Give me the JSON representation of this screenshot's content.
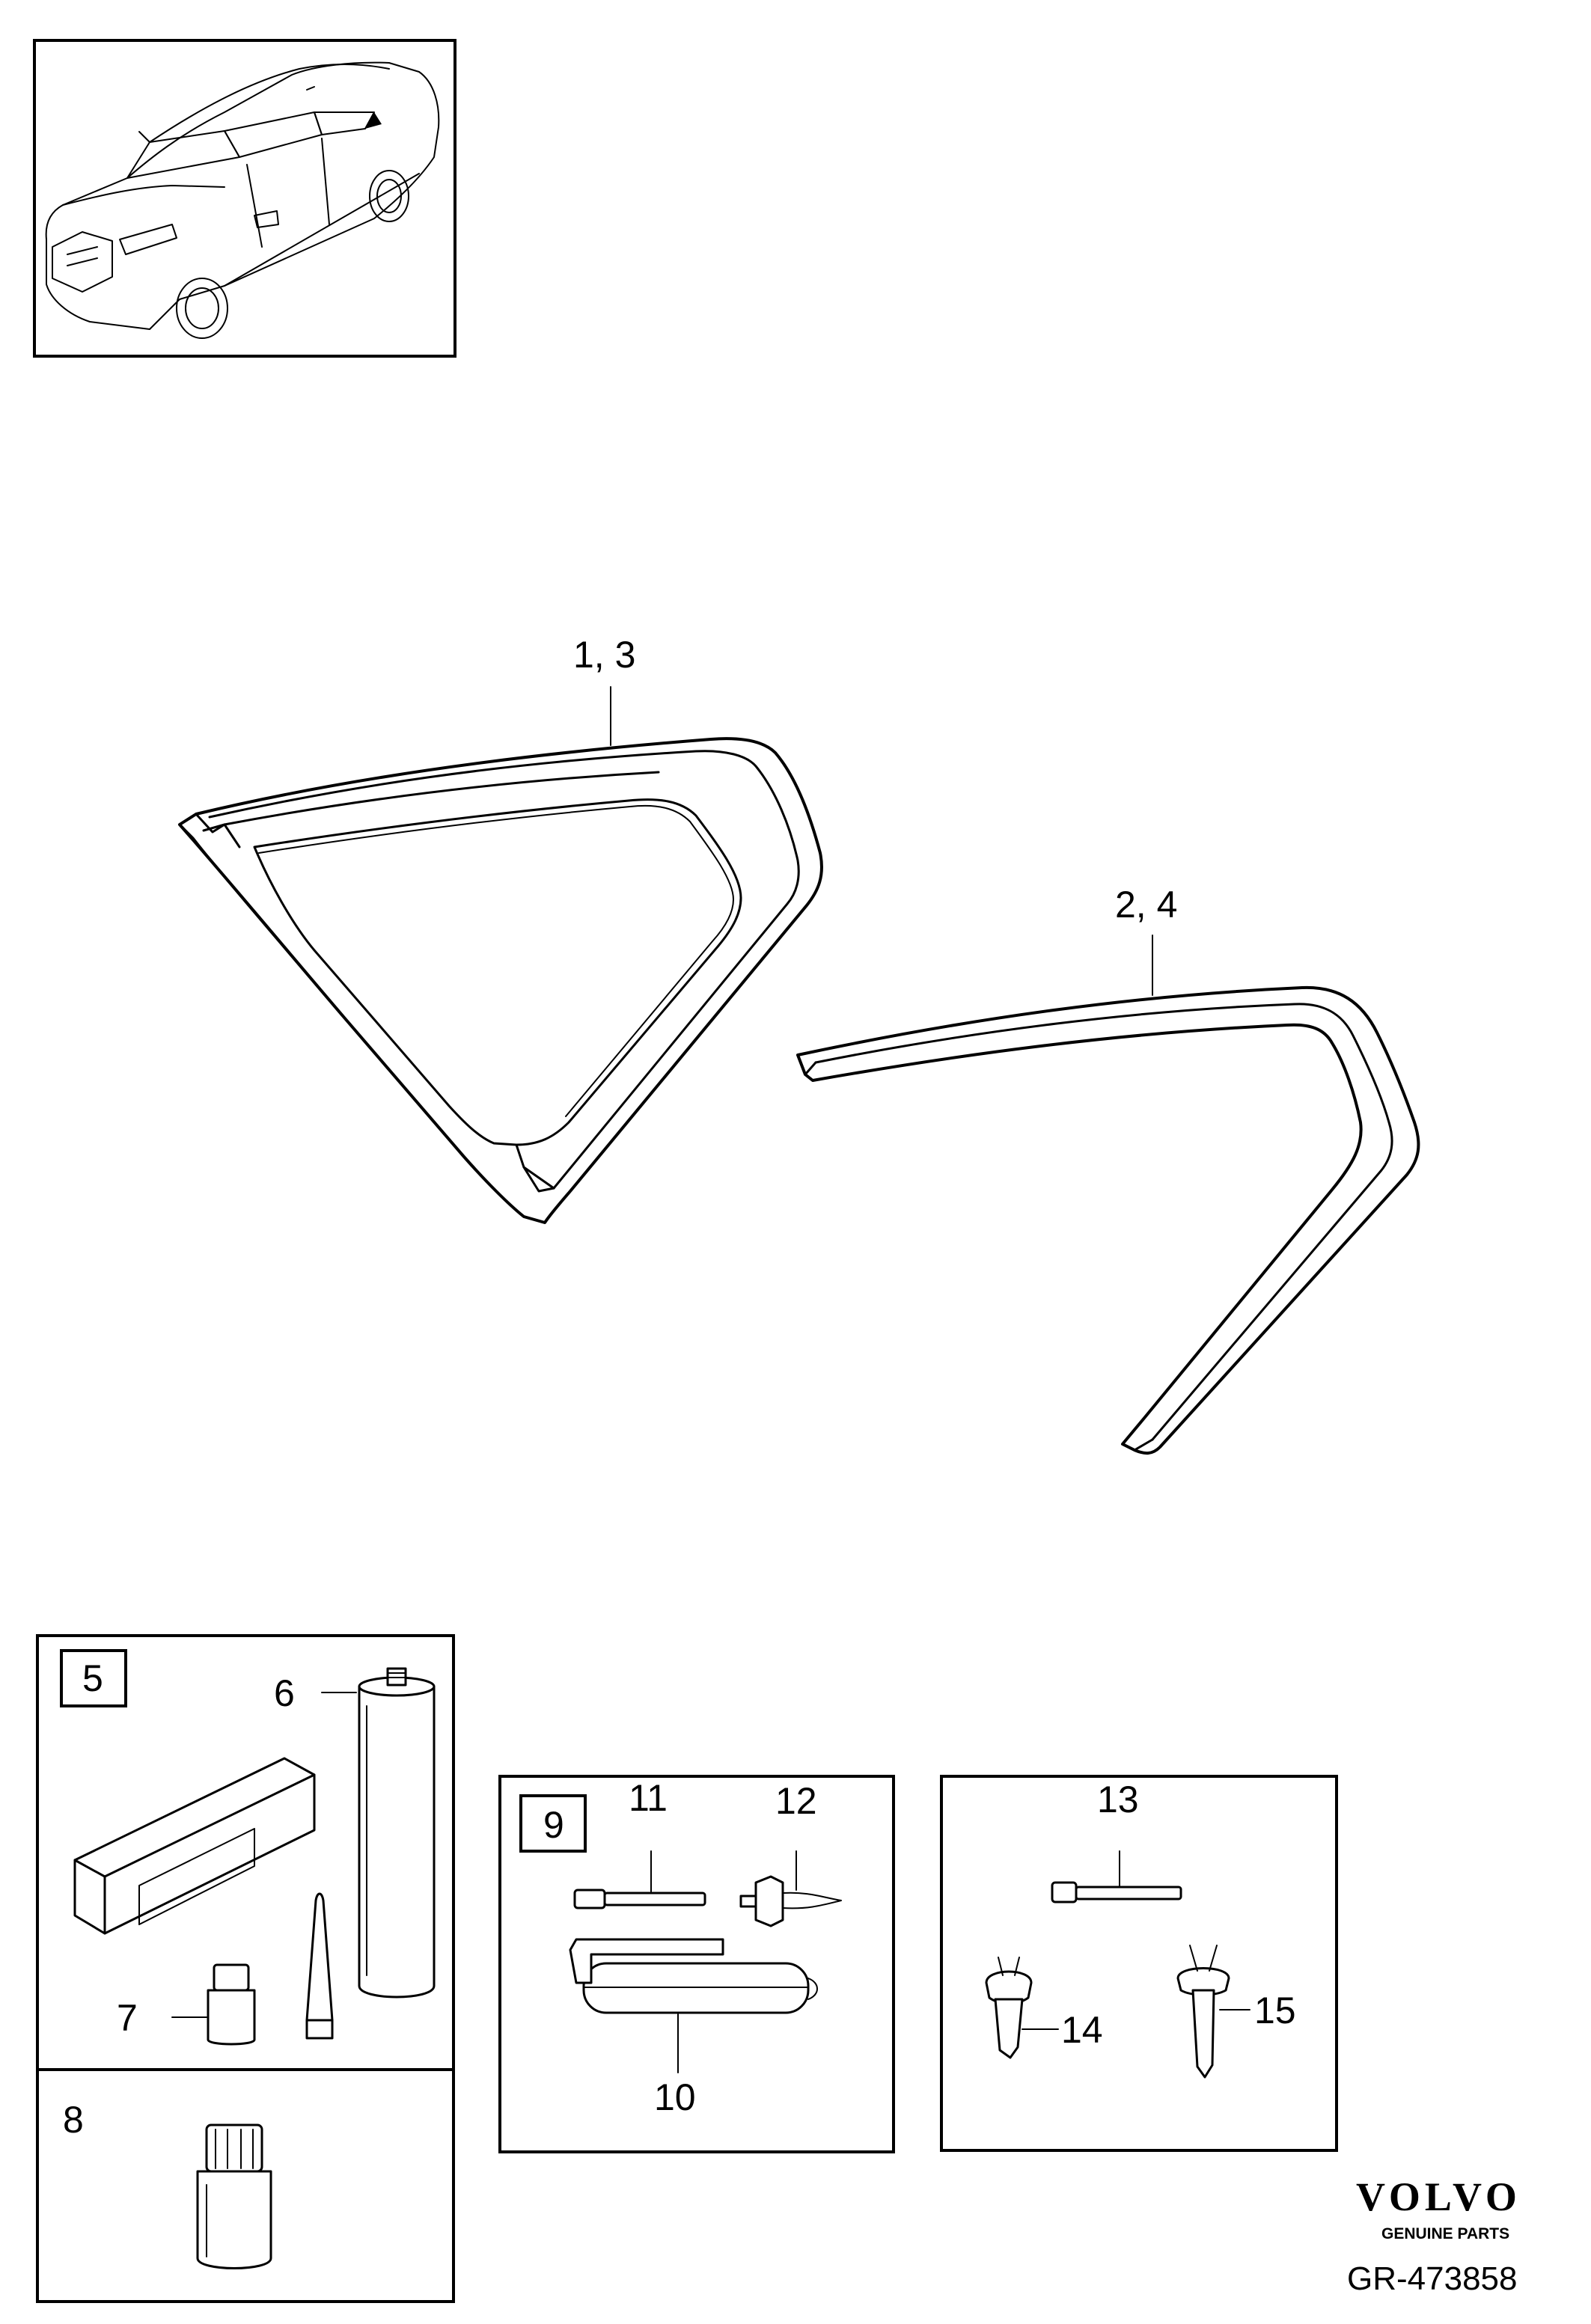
{
  "callouts": {
    "c13": "1, 3",
    "c24": "2, 4",
    "c5": "5",
    "c6": "6",
    "c7": "7",
    "c8": "8",
    "c9": "9",
    "c10": "10",
    "c11": "11",
    "c12": "12",
    "c13b": "13",
    "c14": "14",
    "c15": "15"
  },
  "brand": {
    "logo": "VOLVO",
    "tagline": "GENUINE PARTS",
    "code": "GR-473858"
  }
}
